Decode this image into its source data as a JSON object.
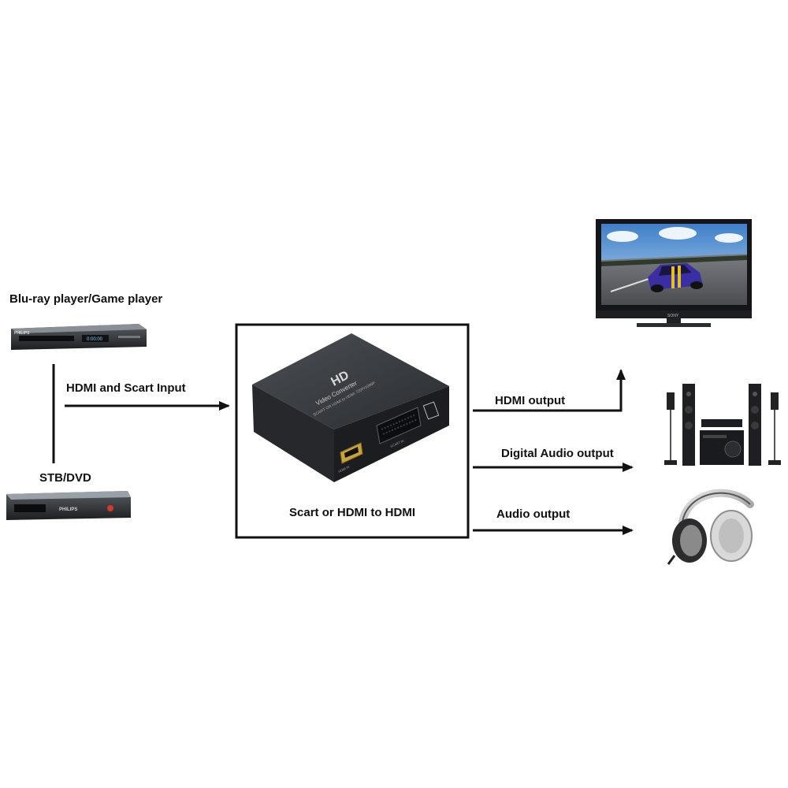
{
  "sources": {
    "bluray_label": "Blu-ray player/Game player",
    "stb_label": "STB/DVD",
    "bluray_brand": "PHILIPS",
    "bluray_display": "0:00:00",
    "stb_brand": "PHILIPS"
  },
  "input": {
    "label": "HDMI and Scart Input"
  },
  "converter": {
    "caption": "Scart or HDMI to HDMI",
    "logo": "HD",
    "product_name": "Video Converter",
    "product_subtitle": "SCART OR HDMI to HDMI 720P/1080P",
    "port_label_hdmi": "HDMI IN",
    "port_label_scart": "SCART IN"
  },
  "outputs": {
    "hdmi_label": "HDMI output",
    "digital_audio_label": "Digital Audio output",
    "audio_label": "Audio output"
  },
  "devices": {
    "tv_brand": "SONY"
  }
}
